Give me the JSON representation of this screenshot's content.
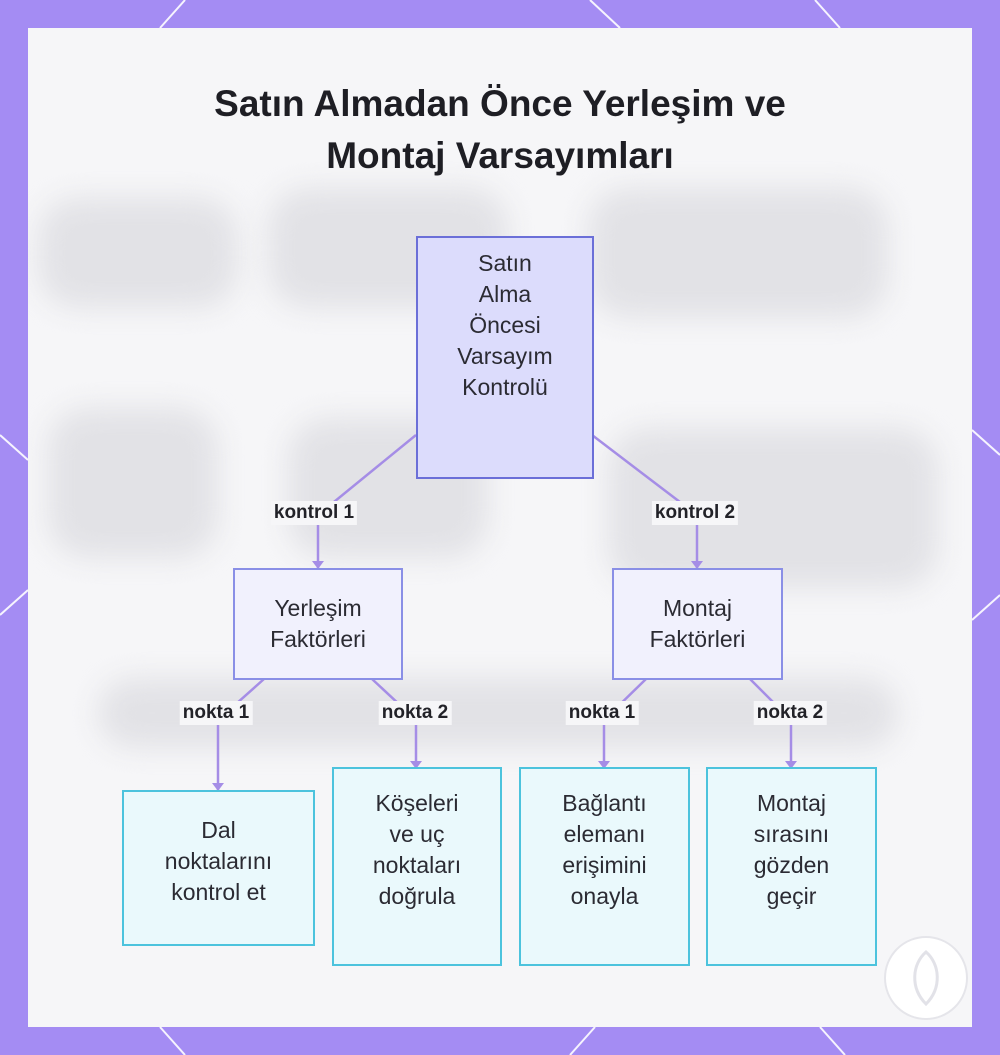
{
  "title": {
    "line1": "Satın Almadan Önce Yerleşim ve",
    "line2": "Montaj Varsayımları"
  },
  "nodes": {
    "root": [
      "Satın",
      "Alma",
      "Öncesi",
      "Varsayım",
      "Kontrolü"
    ],
    "placement": [
      "Yerleşim",
      "Faktörleri"
    ],
    "assembly": [
      "Montaj",
      "Faktörleri"
    ],
    "leaf1": [
      "Dal",
      "noktalarını",
      "kontrol et"
    ],
    "leaf2": [
      "Köşeleri",
      "ve uç",
      "noktaları",
      "doğrula"
    ],
    "leaf3": [
      "Bağlantı",
      "elemanı",
      "erişimini",
      "onayla"
    ],
    "leaf4": [
      "Montaj",
      "sırasını",
      "gözden",
      "geçir"
    ]
  },
  "edge_labels": {
    "root_to_placement": "kontrol 1",
    "root_to_assembly": "kontrol 2",
    "placement_to_leaf1": "nokta 1",
    "placement_to_leaf2": "nokta 2",
    "assembly_to_leaf3": "nokta 1",
    "assembly_to_leaf4": "nokta 2"
  },
  "colors": {
    "frame": "#a48cf3",
    "edge": "#a58de6",
    "root_fill": "#dcdcfc",
    "root_border": "#6b6fd8",
    "mid_fill": "#f1f1fd",
    "mid_border": "#8a8fe6",
    "leaf_fill": "#eaf9fc",
    "leaf_border": "#4cc3dd"
  }
}
